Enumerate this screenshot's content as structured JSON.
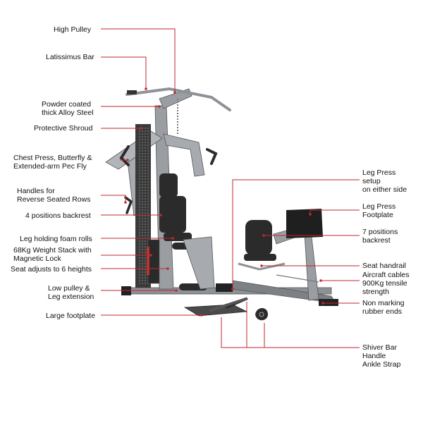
{
  "labels": {
    "high_pulley": "High Pulley",
    "latissimus_bar": "Latissimus Bar",
    "powder_coated_1": "Powder coated",
    "powder_coated_2": "thick Alloy Steel",
    "protective_shroud": "Protective Shroud",
    "chest_press_1": "Chest Press, Butterfly &",
    "chest_press_2": "Extended-arm Pec Fly",
    "handles_1": "Handles for",
    "handles_2": "Reverse Seated Rows",
    "backrest_4": "4 positions backrest",
    "leg_holding": "Leg holding foam rolls",
    "weight_stack_1": "68Kg Weight Stack with",
    "weight_stack_2": "Magnetic Lock",
    "seat_adjusts": "Seat adjusts to 6 heights",
    "low_pulley_1": "Low pulley &",
    "low_pulley_2": "Leg extension",
    "large_footplate": "Large footplate",
    "leg_press_setup_1": "Leg Press",
    "leg_press_setup_2": "setup",
    "leg_press_setup_3": "on either side",
    "leg_press_footplate_1": "Leg Press",
    "leg_press_footplate_2": "Footplate",
    "backrest_7_1": "7 positions",
    "backrest_7_2": "backrest",
    "seat_handrail": "Seat handrail",
    "aircraft_cables_1": "Aircraft cables",
    "aircraft_cables_2": "900Kg tensile",
    "aircraft_cables_3": "strength",
    "non_marking_1": "Non marking",
    "non_marking_2": "rubber ends",
    "accessories_1": "Shiver Bar",
    "accessories_2": "Handle",
    "accessories_3": "Ankle Strap"
  },
  "colors": {
    "leader": "#c2272d",
    "frame": "#9a9ea3",
    "frame_dark": "#5f6368",
    "pad": "#2b2b2b",
    "shroud": "#3a3a3a"
  }
}
